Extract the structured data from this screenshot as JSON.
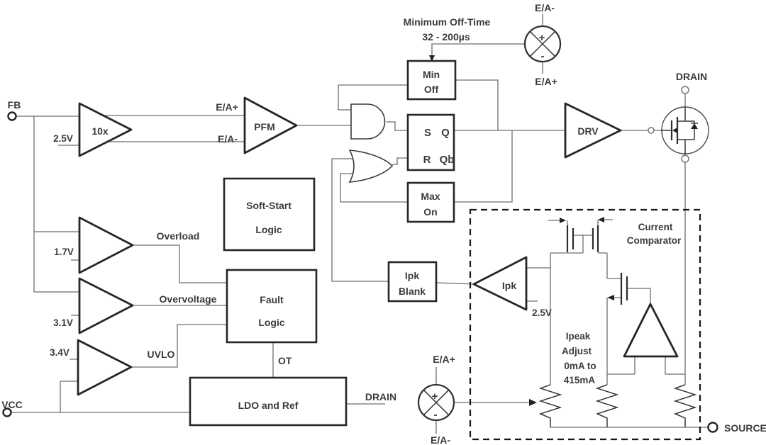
{
  "diagram": {
    "pins": {
      "fb": "FB",
      "vcc": "VCC",
      "drain": "DRAIN",
      "source": "SOURCE"
    },
    "annotations": {
      "min_off_time_1": "Minimum Off-Time",
      "min_off_time_2": "32 - 200µs",
      "ea_plus": "E/A+",
      "ea_minus": "E/A-",
      "plus": "+",
      "minus": "-",
      "overload": "Overload",
      "overvoltage": "Overvoltage",
      "uvlo": "UVLO",
      "ot": "OT",
      "drain_stub": "DRAIN",
      "current_comparator_1": "Current",
      "current_comparator_2": "Comparator",
      "ipeak_adjust_1": "Ipeak",
      "ipeak_adjust_2": "Adjust",
      "ipeak_adjust_3": "0mA to",
      "ipeak_adjust_4": "415mA"
    },
    "references": {
      "fb_ref": "2.5V",
      "ipk_ref": "2.5V",
      "overload_ref": "1.7V",
      "overvoltage_ref": "3.1V",
      "uvlo_ref": "3.4V"
    },
    "amplifiers": {
      "gain": "10x",
      "pfm": "PFM",
      "drv": "DRV",
      "ipk": "Ipk"
    },
    "blocks": {
      "min_off_1": "Min",
      "min_off_2": "Off",
      "latch_s": "S",
      "latch_q": "Q",
      "latch_r": "R",
      "latch_qb": "Qb",
      "max_on_1": "Max",
      "max_on_2": "On",
      "soft_start_1": "Soft-Start",
      "soft_start_2": "Logic",
      "fault_1": "Fault",
      "fault_2": "Logic",
      "ldo": "LDO and Ref",
      "ipk_blank_1": "Ipk",
      "ipk_blank_2": "Blank"
    }
  }
}
